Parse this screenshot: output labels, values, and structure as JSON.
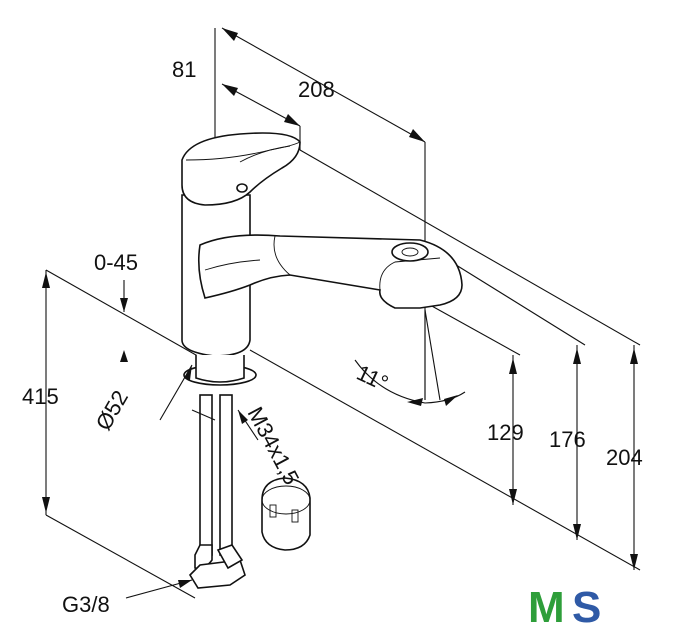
{
  "diagram": {
    "dimensions": {
      "d81": "81",
      "d208": "208",
      "angle_range": "0-45",
      "d415": "415",
      "diameter": "Ø52",
      "thread": "M34x1,5",
      "d129": "129",
      "d176": "176",
      "d204": "204",
      "spray_angle": "11°",
      "connector": "G3/8"
    },
    "logo": {
      "text": "MS",
      "colors": {
        "m": "#2e9e3a",
        "s": "#2f5aa6"
      }
    }
  }
}
